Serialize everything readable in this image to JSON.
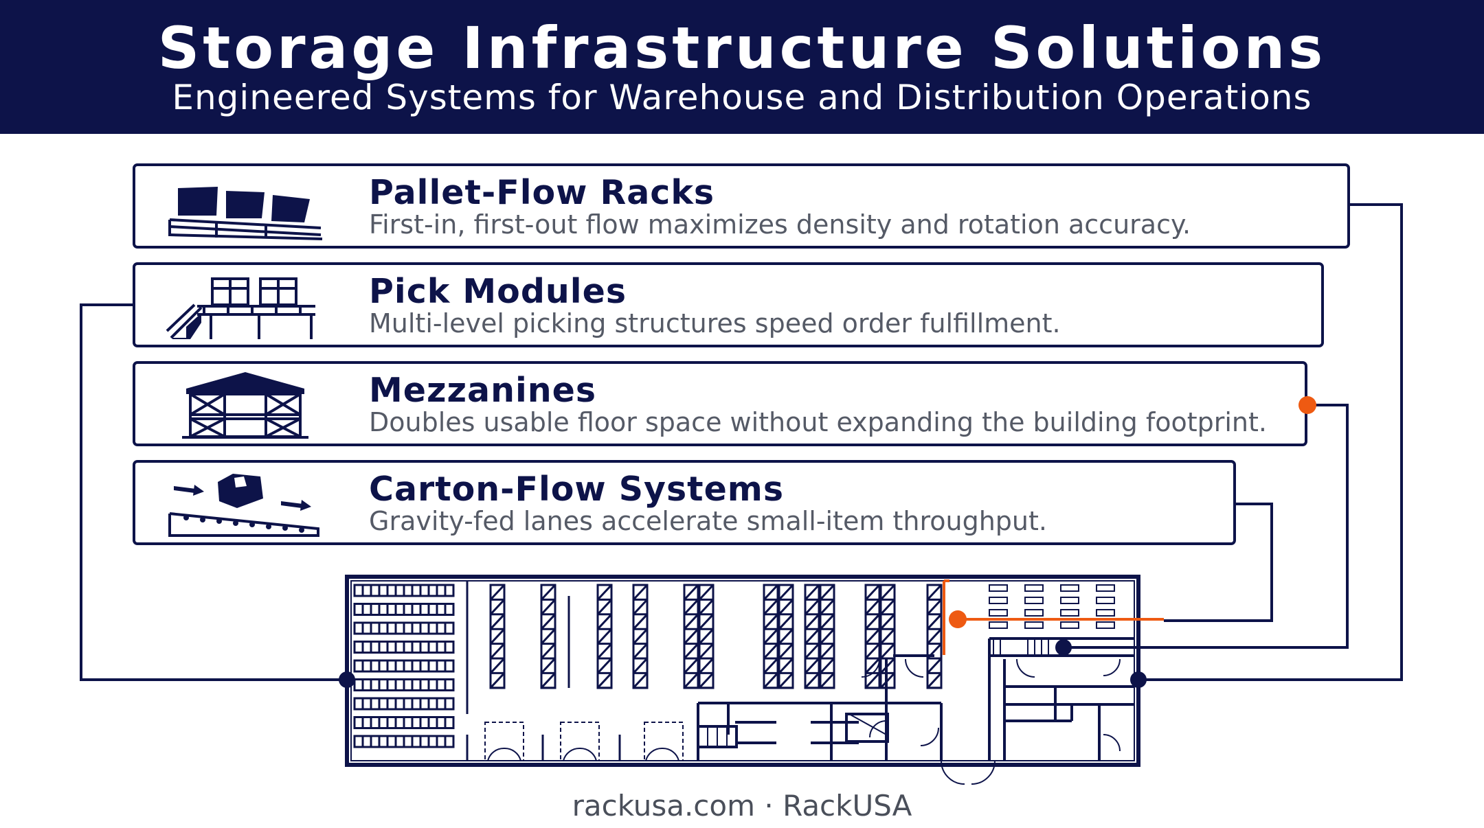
{
  "header": {
    "title": "Storage Infrastructure Solutions",
    "subtitle": "Engineered Systems for Warehouse and Distribution Operations"
  },
  "cards": [
    {
      "icon": "pallet-flow-icon",
      "title": "Pallet-Flow Racks",
      "description": "First-in, first-out flow maximizes density and rotation accuracy."
    },
    {
      "icon": "pick-module-icon",
      "title": "Pick Modules",
      "description": "Multi-level picking structures speed order fulfillment."
    },
    {
      "icon": "mezzanine-icon",
      "title": "Mezzanines",
      "description": "Doubles usable floor space without expanding the building footprint."
    },
    {
      "icon": "carton-flow-icon",
      "title": "Carton-Flow Systems",
      "description": "Gravity-fed lanes accelerate small-item throughput."
    }
  ],
  "floor_plan": {
    "icon": "warehouse-floor-plan"
  },
  "footer": {
    "text": "rackusa.com · RackUSA"
  },
  "colors": {
    "navy": "#0d1349",
    "accent": "#ee5a12",
    "text_gray": "#555a66"
  }
}
